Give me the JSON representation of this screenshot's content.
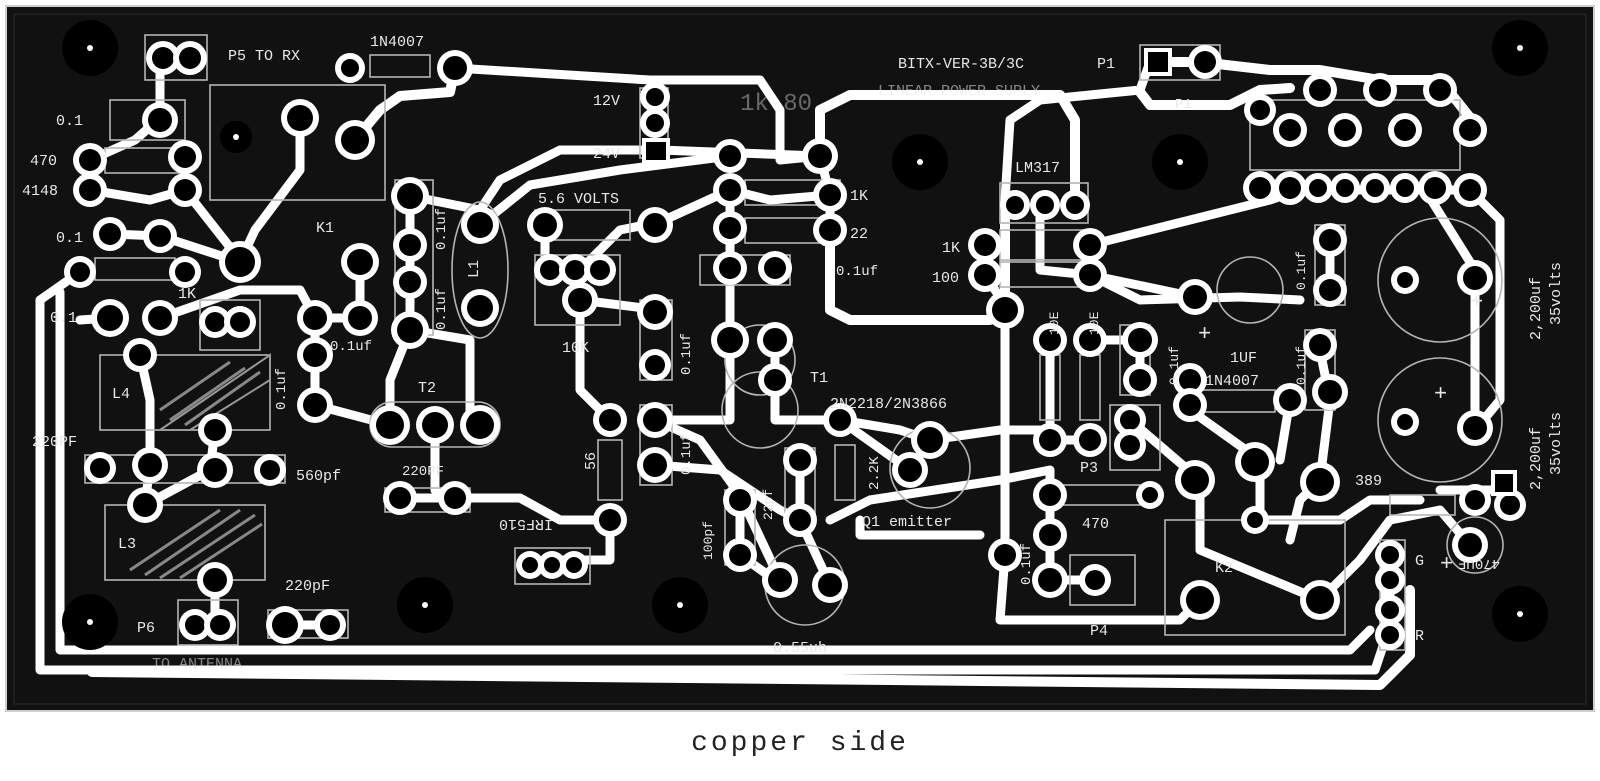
{
  "caption": "copper side",
  "labels": {
    "p5": "P5 TO RX",
    "d1": "1N4007",
    "title1": "BITX-VER-3B/3C",
    "p1a": "P1",
    "title2": "LINEAR-POWER SUPLY",
    "p1b": "P1",
    "v12": "12V",
    "v24": "24V",
    "ik80": "1k-80",
    "c01_a": "0.1",
    "r470_a": "470",
    "d4148": "4148",
    "c01_b": "0.1",
    "k1": "K1",
    "r1k_a": "1K",
    "c01_c": "0.1",
    "l4": "L4",
    "c220_a": "220PF",
    "c560": "560pf",
    "l3": "L3",
    "c220_b": "220pF",
    "p6": "P6",
    "to_ant": "TO ANTENNA",
    "c01uf_a": "0.1uf",
    "c01uf_b": "0.1uf",
    "c01uf_c": "0.1uf",
    "c01uf_d": "0.1uf",
    "l1": "L1",
    "t2": "T2",
    "c220_c": "220PF",
    "v56": "5.6 VOLTS",
    "r10k": "10K",
    "c01uf_e": "0.1uf",
    "r56": "56",
    "c01uf_f": "0.1uf",
    "irf510": "IRF510",
    "c100pf": "100pf",
    "c22pf": "22pf",
    "l055": "0.55uh",
    "t1": "T1",
    "q": "2N2218/2N3866",
    "r22k": "2.2K",
    "q1e": "Q1 emitter",
    "r470_b": "470",
    "p4": "P4",
    "c01uf_g": "0.1uf",
    "r1k_b": "1K",
    "r22": "22",
    "c01uf_h": "0.1uf",
    "lm317": "LM317",
    "r1k_c": "1K",
    "r100": "100",
    "r10e_a": "10E",
    "r10e_b": "10E",
    "c01uf_i": "0.1uf",
    "c1uf": "1UF",
    "d2": "1N4007",
    "c01uf_j": "0.1uf",
    "c01uf_k": "0.1uf",
    "p3": "P3",
    "k2": "K2",
    "c2200_a": "2,200uf",
    "v35_a": "35volts",
    "c2200_b": "2,200uf",
    "v35_b": "35volts",
    "r389": "389",
    "c470uf": "470UF",
    "pin_g": "G",
    "pin_r": "R"
  },
  "colors": {
    "board": "#111111",
    "copper": "#ffffff",
    "silkscreen": "#e8e8e8",
    "outline": "#b5b5b5",
    "caption": "#222222"
  }
}
